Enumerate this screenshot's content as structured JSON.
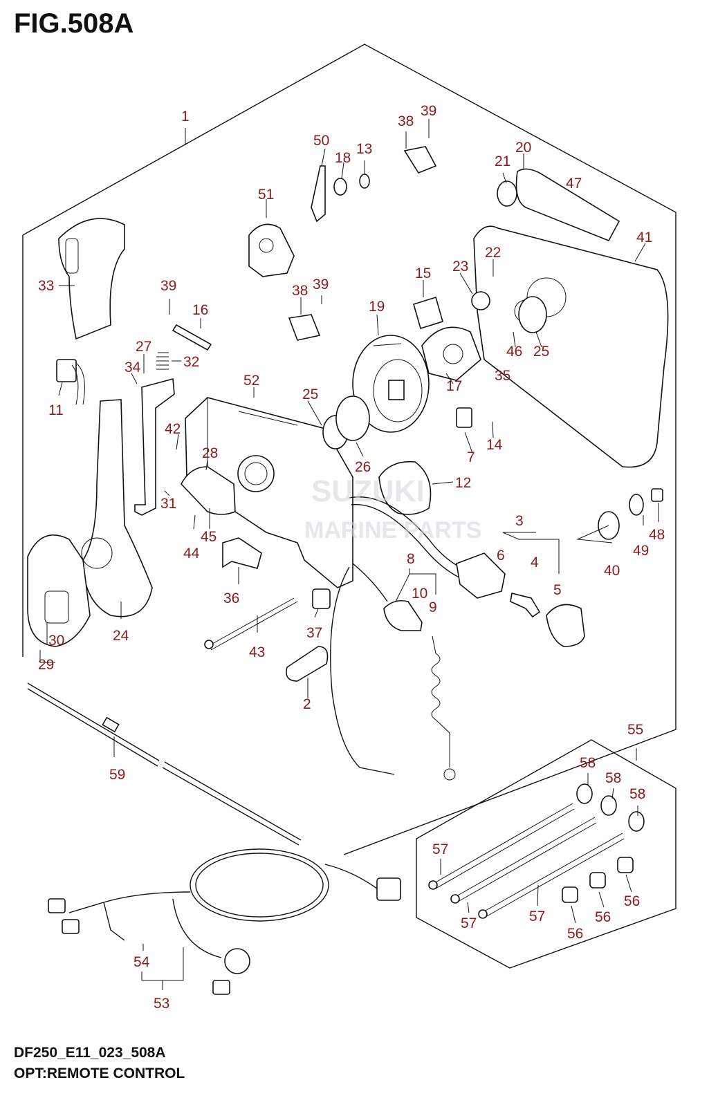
{
  "figure": {
    "title": "FIG.508A",
    "code": "DF250_E11_023_508A",
    "caption": "OPT:REMOTE CONTROL",
    "callout_color": "#8b1a1a"
  },
  "watermark": {
    "line1": "SUZUKI",
    "line2": "MARINE PARTS"
  },
  "part_numbers": [
    "1",
    "2",
    "3",
    "4",
    "5",
    "6",
    "7",
    "8",
    "9",
    "10",
    "11",
    "12",
    "13",
    "14",
    "15",
    "16",
    "17",
    "18",
    "19",
    "20",
    "21",
    "22",
    "23",
    "24",
    "25",
    "25",
    "26",
    "27",
    "28",
    "29",
    "30",
    "31",
    "32",
    "33",
    "34",
    "35",
    "36",
    "37",
    "38",
    "38",
    "39",
    "39",
    "39",
    "40",
    "41",
    "42",
    "43",
    "44",
    "45",
    "46",
    "47",
    "48",
    "49",
    "50",
    "51",
    "52",
    "53",
    "54",
    "55",
    "56",
    "56",
    "56",
    "57",
    "57",
    "57",
    "58",
    "58",
    "58",
    "59"
  ]
}
